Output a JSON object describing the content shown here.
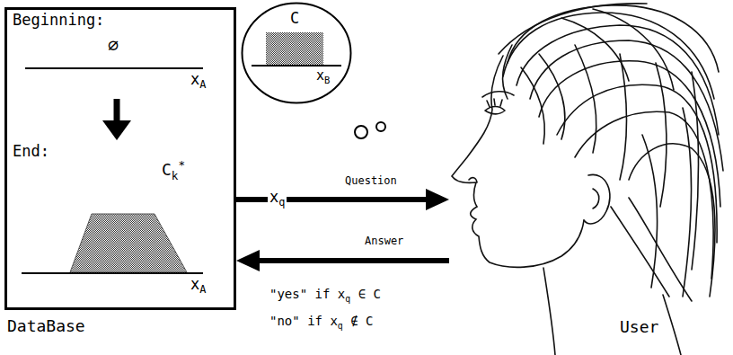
{
  "diagram": {
    "nodes": [
      {
        "text": [
          "Beginning:",
          "∅",
          "xA",
          "End:",
          "Ck*",
          "xA",
          "DataBase"
        ]
      },
      {
        "text": [
          "User"
        ]
      },
      {
        "text": [
          "C",
          "xB"
        ]
      }
    ],
    "edges": [
      {
        "from": 0,
        "to": 1,
        "arrow": "to",
        "label": "Question"
      },
      {
        "from": 1,
        "to": 0,
        "arrow": "to",
        "label": "Answer"
      }
    ],
    "labels": [
      "xq",
      "\"yes\" if xq ∈ C",
      "\"no\" if xq ∉ C"
    ]
  }
}
